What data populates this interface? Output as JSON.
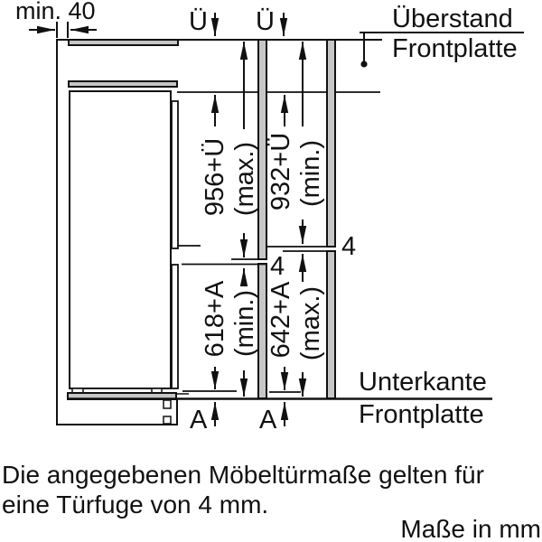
{
  "diagram": {
    "top": {
      "min_clearance": "min. 40",
      "overhang_symbol_left": "Ü",
      "overhang_symbol_right": "Ü",
      "overhang_label_line1": "Überstand",
      "overhang_label_line2": "Frontplatte"
    },
    "dimensions": {
      "upper_left_value": "956+Ü",
      "upper_left_qualifier": "(max.)",
      "upper_right_value": "932+Ü",
      "upper_right_qualifier": "(min.)",
      "lower_left_value": "618+A",
      "lower_left_qualifier": "(min.)",
      "lower_right_value": "642+A",
      "lower_right_qualifier": "(max.)",
      "gap_left": "4",
      "gap_right": "4",
      "bottom_symbol_left": "A",
      "bottom_symbol_right": "A"
    },
    "bottom": {
      "lower_edge_label_line1": "Unterkante",
      "lower_edge_label_line2": "Frontplatte"
    },
    "footnote_line1": "Die angegebenen Möbeltürmaße gelten für",
    "footnote_line2": "eine Türfuge von 4 mm.",
    "units_note": "Maße in mm",
    "colors": {
      "line": "#111111",
      "panel_fill": "#c6c6c6"
    }
  }
}
